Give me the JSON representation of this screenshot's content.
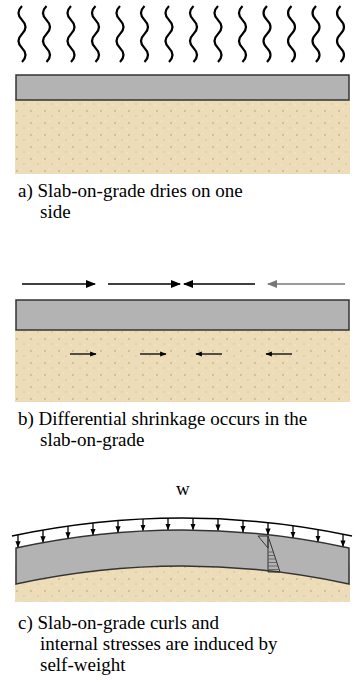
{
  "diagram": {
    "labels": [
      "a) Slab-on-grade dries on one side",
      "b) Differential shrinkage occurs in the slab-on-grade",
      "w",
      "c) Slab-on-grade curls and internal stresses are induced by self-weight"
    ]
  }
}
